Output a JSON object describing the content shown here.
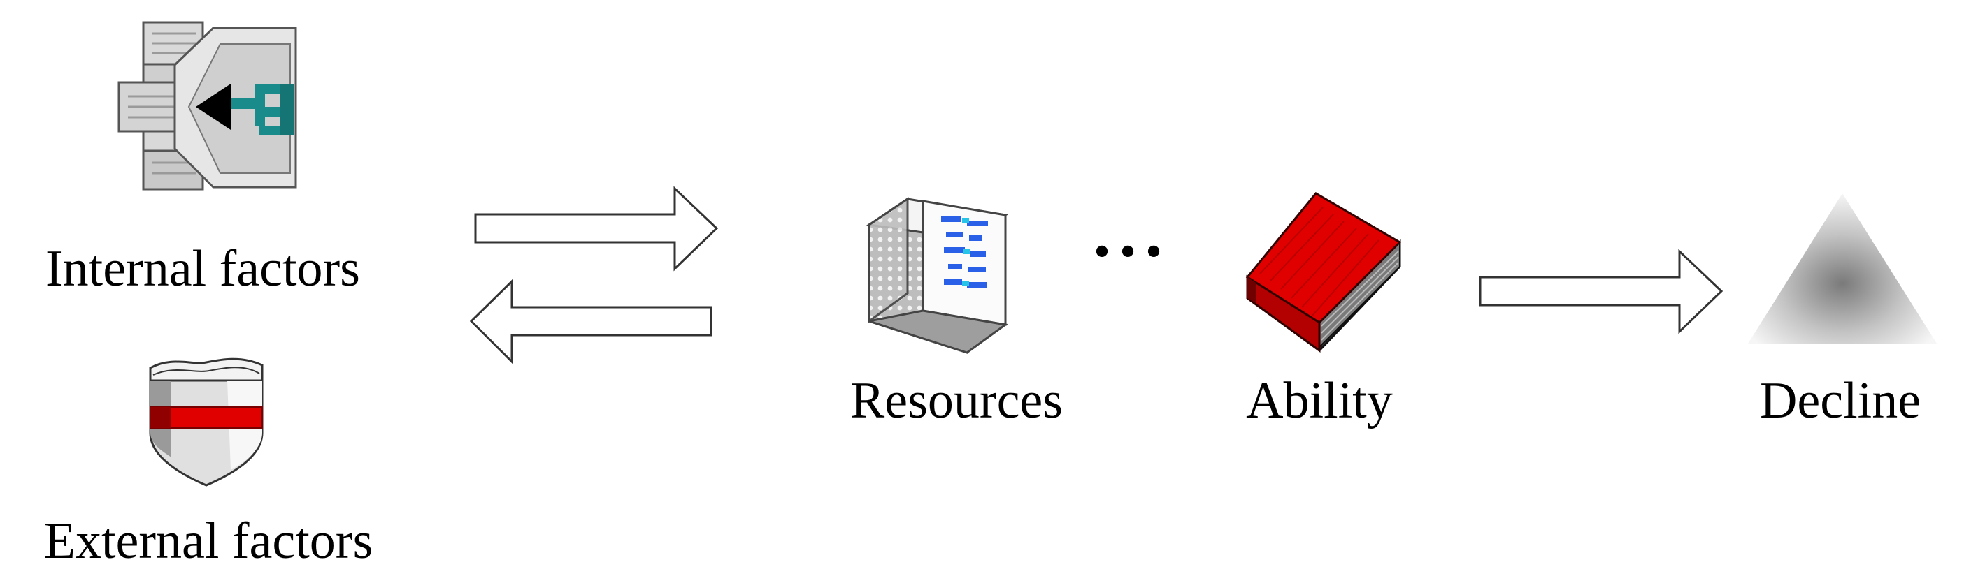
{
  "nodes": {
    "internal": {
      "label": "Internal factors",
      "icon": "document-arrow-icon"
    },
    "external": {
      "label": "External factors",
      "icon": "shield-icon"
    },
    "resources": {
      "label": "Resources",
      "icon": "server-cube-icon"
    },
    "ability": {
      "label": "Ability",
      "icon": "book-icon"
    },
    "decline": {
      "label": "Decline",
      "icon": "gradient-triangle-icon"
    }
  },
  "ellipsis": "•••",
  "arrows": [
    {
      "from": "factors",
      "to": "resources",
      "icon": "arrow-right-icon"
    },
    {
      "from": "resources",
      "to": "factors",
      "icon": "arrow-left-icon"
    },
    {
      "from": "ability",
      "to": "decline",
      "icon": "arrow-right-icon"
    }
  ],
  "colors": {
    "red": "#e00000",
    "teal": "#1a8b8b",
    "blue": "#2a5fe8",
    "gray": "#c8c8c8",
    "dark": "#111111"
  }
}
